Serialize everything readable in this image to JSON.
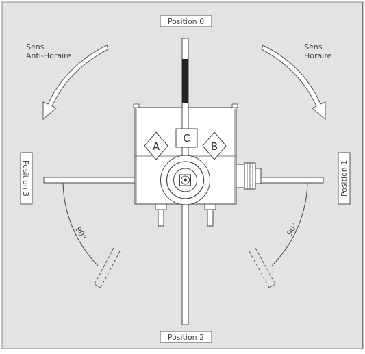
{
  "labels": {
    "position_0": "Position 0",
    "position_1": "Position 1",
    "position_2": "Position 2",
    "position_3": "Position 3",
    "sens_anti_line1": "Sens",
    "sens_anti_line2": "Anti-Horaire",
    "sens_horaire_line1": "Sens",
    "sens_horaire_line2": "Horaire",
    "angle_left": "90°",
    "angle_right": "90°",
    "marker_a": "A",
    "marker_b": "B",
    "marker_c": "C"
  },
  "colors": {
    "background": "#e3e3e3",
    "line": "#444444",
    "frame": "#ffffff"
  }
}
